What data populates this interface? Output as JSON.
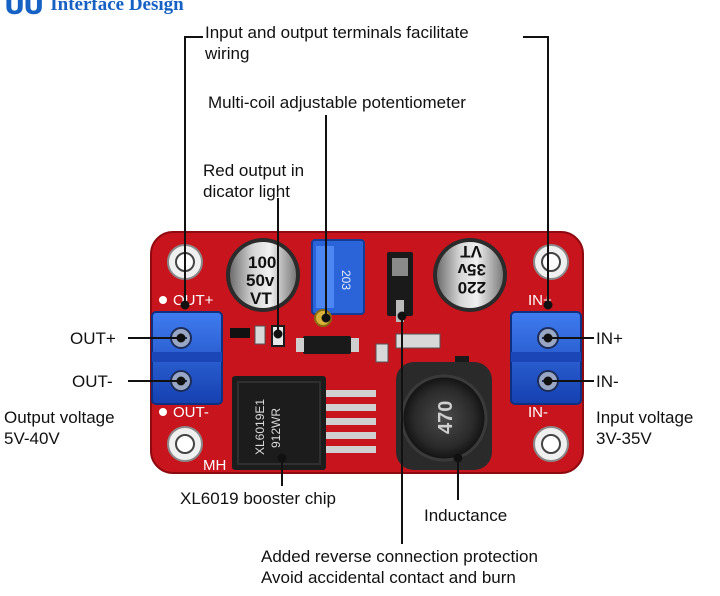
{
  "header": {
    "logo_text": "ᑌᑌ",
    "title": "Interface Design"
  },
  "board": {
    "silk_out_plus": "OUT+",
    "silk_out_minus": "OUT-",
    "silk_in_plus": "IN+",
    "silk_in_minus": "IN-",
    "silk_mh": "MH",
    "cap_left": [
      "100",
      "50v",
      "VT"
    ],
    "cap_right": [
      "220",
      "35v",
      "VT"
    ],
    "chip_marking": [
      "XL6019E1",
      "912WR"
    ],
    "inductor_marking": "470",
    "pot_marking": "203"
  },
  "labels": {
    "terminals_line1": "Input and output terminals facilitate",
    "terminals_line2": "wiring",
    "potentiometer": "Multi-coil adjustable potentiometer",
    "red_light_line1": "Red output in",
    "red_light_line2": "dicator light",
    "out_plus": "OUT+",
    "out_minus": "OUT-",
    "output_voltage_line1": "Output voltage",
    "output_voltage_line2": "5V-40V",
    "in_plus": "IN+",
    "in_minus": "IN-",
    "input_voltage_line1": "Input voltage",
    "input_voltage_line2": "3V-35V",
    "booster_chip": "XL6019 booster chip",
    "inductance": "Inductance",
    "protection_line1": "Added reverse connection protection",
    "protection_line2": "Avoid accidental contact and burn"
  },
  "colors": {
    "pcb": "#c8141c",
    "terminal": "#1e56d8",
    "leader": "#111111",
    "accent": "#1662c4"
  }
}
